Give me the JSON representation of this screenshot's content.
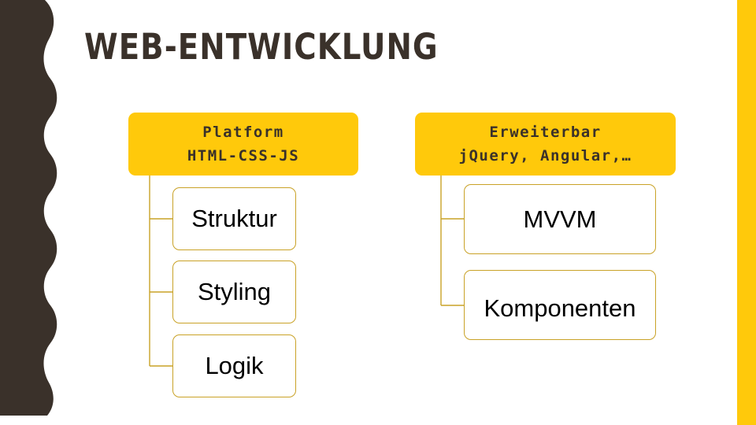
{
  "slide": {
    "title": "WEB-ENTWICKLUNG",
    "background_color": "#FFFFFF",
    "accent_yellow": "#FFC90B",
    "accent_brown": "#3A312A",
    "node_border_color": "#C9A227",
    "node_text_color": "#000000"
  },
  "decoration": {
    "left_wave_name": "wavy-brown-strip",
    "right_bar_name": "yellow-vertical-bar"
  },
  "diagram": {
    "type": "two-branch-tree",
    "branches": [
      {
        "id": "platform",
        "head": {
          "line1": "Platform",
          "line2": "HTML-CSS-JS"
        },
        "children": [
          {
            "label": "Struktur"
          },
          {
            "label": "Styling"
          },
          {
            "label": "Logik"
          }
        ]
      },
      {
        "id": "erweiterbar",
        "head": {
          "line1": "Erweiterbar",
          "line2": "jQuery, Angular,…"
        },
        "children": [
          {
            "label": "MVVM"
          },
          {
            "label": "Komponenten"
          }
        ]
      }
    ]
  }
}
